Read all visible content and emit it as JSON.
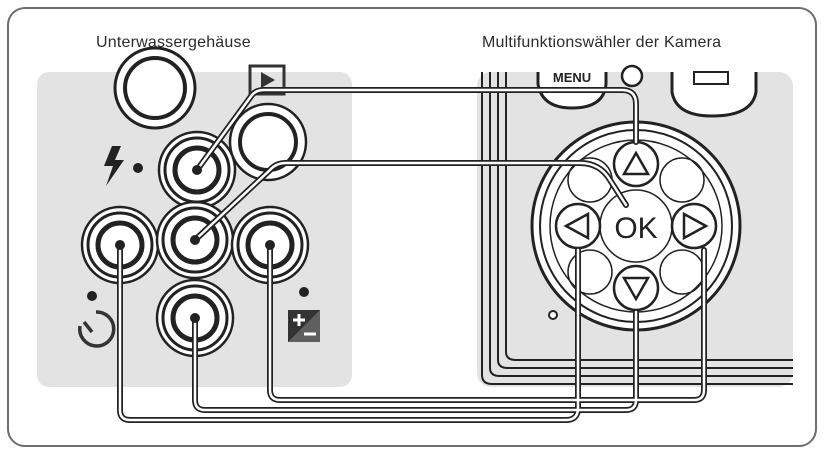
{
  "labels": {
    "left_title": "Unterwassergehäuse",
    "right_title": "Multifunktionswähler der Kamera",
    "menu_button": "MENU",
    "ok_button": "OK"
  },
  "icons": {
    "housing": [
      "play-icon",
      "flash-icon",
      "self-timer-icon",
      "exposure-compensation-icon"
    ],
    "camera": [
      "arrow-up-icon",
      "arrow-left-icon",
      "arrow-right-icon",
      "arrow-down-icon"
    ]
  },
  "colors": {
    "frame": "#6e6e6e",
    "panel_fill": "#e3e3e3",
    "line": "#222222",
    "text": "#2b2b2b"
  }
}
